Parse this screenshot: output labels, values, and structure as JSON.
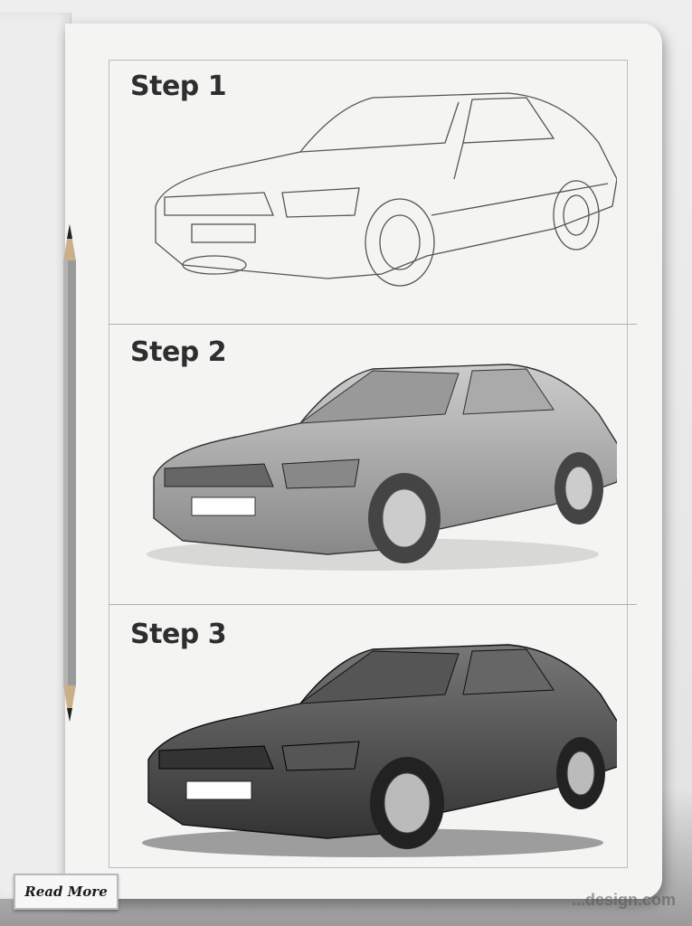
{
  "steps": [
    {
      "label": "Step 1",
      "stage": "light outline sketch"
    },
    {
      "label": "Step 2",
      "stage": "partially shaded sketch"
    },
    {
      "label": "Step 3",
      "stage": "fully shaded drawing"
    }
  ],
  "subject": "sedan car drawing tutorial",
  "read_more": {
    "label": "Read More"
  },
  "watermark": {
    "text": "...design.com"
  },
  "colors": {
    "paper": "#f4f4f3",
    "graphite": "#2e2e2e",
    "background": "#dcdcdc"
  }
}
